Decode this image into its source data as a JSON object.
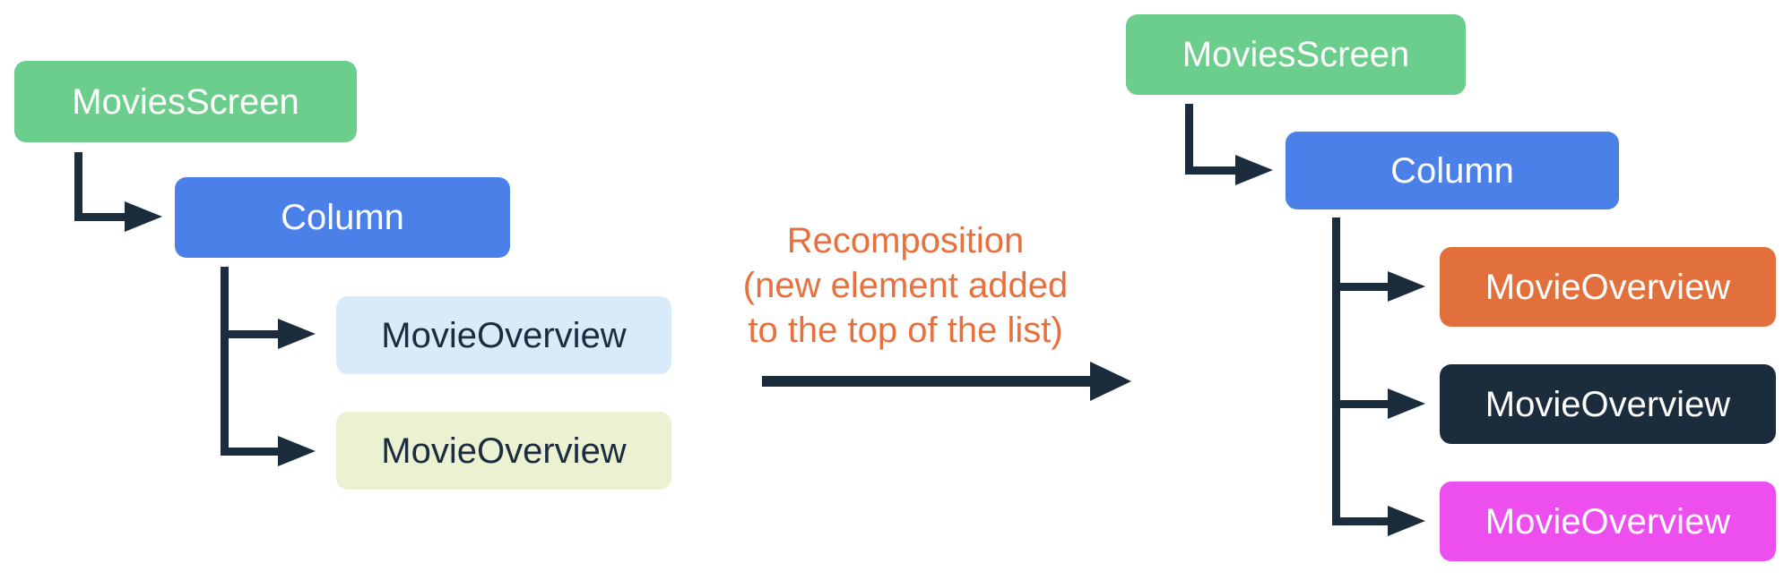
{
  "colors": {
    "background": "#FFFFFF",
    "green": "#6CCE8C",
    "blue": "#4A80E8",
    "light_blue": "#D9EAFB",
    "light_yellow": "#ECF1D2",
    "orange": "#E1703D",
    "navy": "#1B2C3D",
    "magenta": "#ED4FEF",
    "connector": "#1B2C3D",
    "annotation": "#E7703C",
    "label_light": "#FFFFFF",
    "label_dark": "#1B2C3E"
  },
  "left_tree": {
    "root": {
      "label": "MoviesScreen"
    },
    "column": {
      "label": "Column"
    },
    "children": [
      {
        "label": "MovieOverview"
      },
      {
        "label": "MovieOverview"
      }
    ]
  },
  "annotation": {
    "line1": "Recomposition",
    "line2": "(new element added",
    "line3": "to the top of the list)"
  },
  "right_tree": {
    "root": {
      "label": "MoviesScreen"
    },
    "column": {
      "label": "Column"
    },
    "children": [
      {
        "label": "MovieOverview"
      },
      {
        "label": "MovieOverview"
      },
      {
        "label": "MovieOverview"
      }
    ]
  }
}
